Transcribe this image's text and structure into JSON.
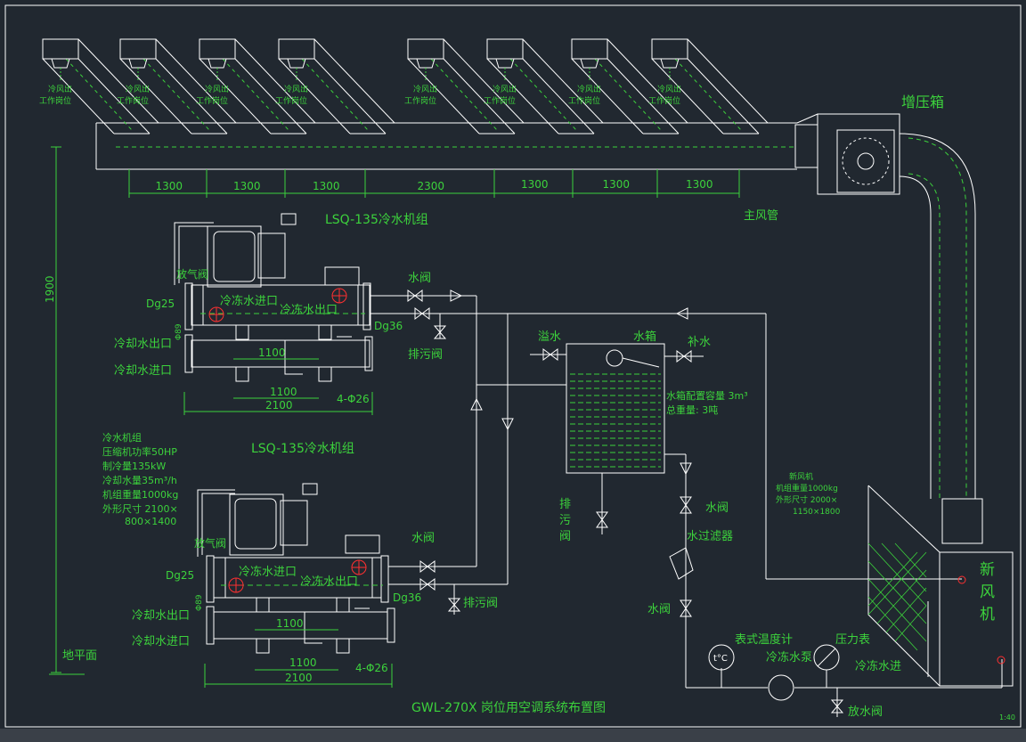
{
  "title": "GWL-270X 岗位用空调系统布置图",
  "scale": "1:40",
  "colors": {
    "background": "#212830",
    "lines": "#ffffff",
    "labels": "#3cd23c",
    "dims": "#3cd23c",
    "marker": "#ff3030"
  },
  "outlets": {
    "label_line1": "冷风出",
    "label_line2": "工作岗位"
  },
  "duct": {
    "main_label": "主风管",
    "booster_label": "增压箱",
    "spacings": [
      "1300",
      "1300",
      "1300",
      "2300",
      "1300",
      "1300",
      "1300"
    ],
    "height_dim": "1900",
    "floor_label": "地平面"
  },
  "chiller_top": {
    "title": "LSQ-135冷水机组",
    "vent_valve": "放气阀",
    "chilled_in": "冷冻水进口",
    "chilled_out": "冷冻水出口",
    "dg25": "Dg25",
    "dg36": "Dg36",
    "phi89": "Φ89",
    "cool_out": "冷却水出口",
    "cool_in": "冷却水进口",
    "dim_1100a": "1100",
    "dim_1100b": "1100",
    "dim_2100": "2100",
    "holes": "4-Φ26",
    "water_valve": "水阀",
    "drain_valve": "排污阀"
  },
  "chiller_bottom": {
    "title": "LSQ-135冷水机组",
    "vent_valve": "放气阀",
    "chilled_in": "冷冻水进口",
    "chilled_out": "冷冻水出口",
    "dg25": "Dg25",
    "dg36": "Dg36",
    "phi89": "Φ89",
    "cool_out": "冷却水出口",
    "cool_in": "冷却水进口",
    "dim_1100a": "1100",
    "dim_1100b": "1100",
    "dim_2100": "2100",
    "holes": "4-Φ26",
    "water_valve": "水阀",
    "drain_valve": "排污阀"
  },
  "chiller_spec": [
    "冷水机组",
    "压缩机功率50HP",
    "制冷量135kW",
    "冷却水量35m³/h",
    "机组重量1000kg",
    "外形尺寸 2100×",
    "800×1400"
  ],
  "tank": {
    "overflow": "溢水",
    "label": "水箱",
    "makeup": "补水",
    "capacity": "水箱配置容量 3m³",
    "weight": "总重量: 3吨",
    "drain_vertical": [
      "排",
      "污",
      "阀"
    ]
  },
  "piping": {
    "water_valve_right": "水阀",
    "filter": "水过滤器",
    "water_valve_low": "水阀",
    "thermometer": "表式温度计",
    "thermometer_symbol": "t°C",
    "pressure_gauge": "压力表",
    "pump": "冷冻水泵",
    "chilled_in": "冷冻水进",
    "discharge_valve": "放水阀"
  },
  "fresh_air_unit": {
    "label": [
      "新",
      "风",
      "机"
    ],
    "spec": [
      "新风机",
      "机组重量1000kg",
      "外形尺寸 2000×",
      "1150×1800"
    ]
  }
}
